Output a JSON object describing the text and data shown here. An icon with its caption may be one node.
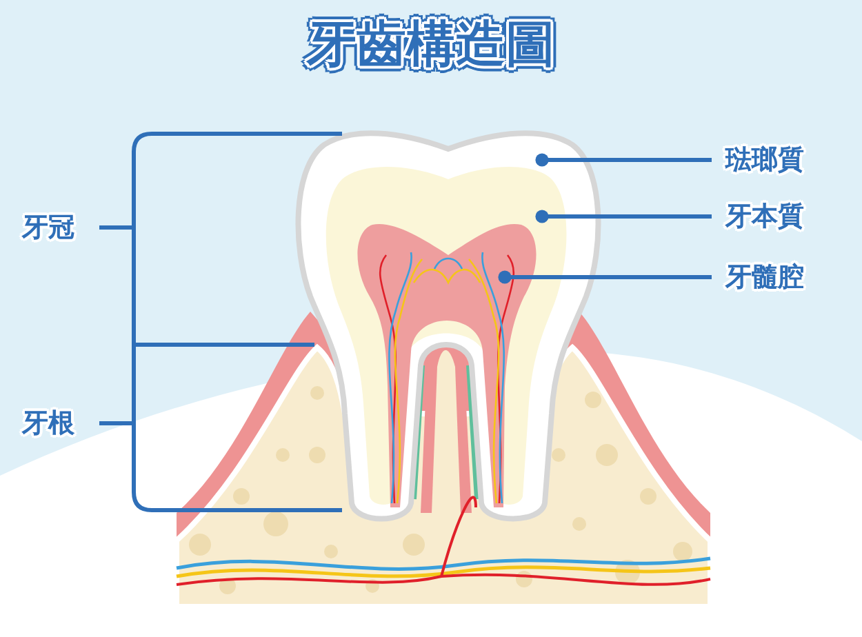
{
  "diagram": {
    "title": "牙齒構造圖",
    "nodes": [
      {
        "text": [
          "牙冠"
        ]
      },
      {
        "text": [
          "牙根"
        ]
      },
      {
        "text": [
          "琺瑯質"
        ]
      },
      {
        "text": [
          "牙本質"
        ]
      },
      {
        "text": [
          "牙髓腔"
        ]
      },
      {
        "text": [],
        "shape": "picture"
      },
      {
        "text": [],
        "shape": "picture",
        "in": 5
      },
      {
        "text": [],
        "shape": "picture",
        "in": 6
      }
    ],
    "edges": [
      {
        "from": 2,
        "to": 5,
        "arrow": "other"
      },
      {
        "from": 3,
        "to": 6,
        "arrow": "other"
      },
      {
        "from": 4,
        "to": 7,
        "arrow": "other"
      }
    ]
  }
}
